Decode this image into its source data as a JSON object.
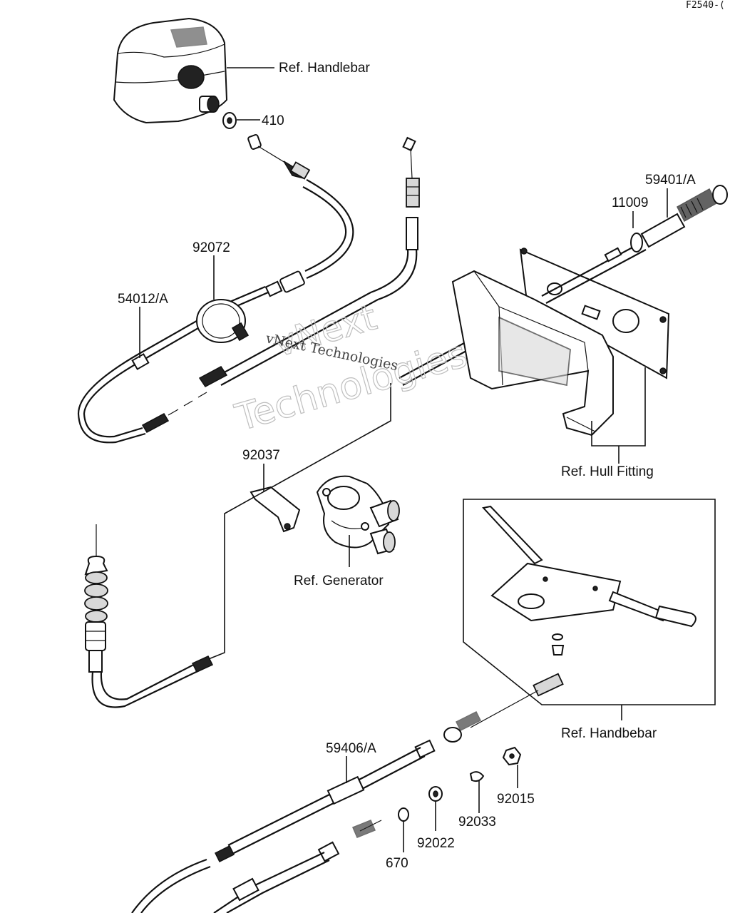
{
  "figure_code": "F2540-(",
  "watermark": {
    "line1": "vNext",
    "line2": "Technologies",
    "line3": "vNext Technologies"
  },
  "references": {
    "handlebar_top": "Ref. Handlebar",
    "hull_fitting": "Ref. Hull Fitting",
    "generator": "Ref. Generator",
    "handlebar_bottom": "Ref. Handbebar"
  },
  "parts": {
    "p410": "410",
    "p92072": "92072",
    "p54012a": "54012/A",
    "p11009": "11009",
    "p59401a": "59401/A",
    "p92037": "92037",
    "p59406a": "59406/A",
    "p670": "670",
    "p92022": "92022",
    "p92033": "92033",
    "p92015": "92015"
  }
}
